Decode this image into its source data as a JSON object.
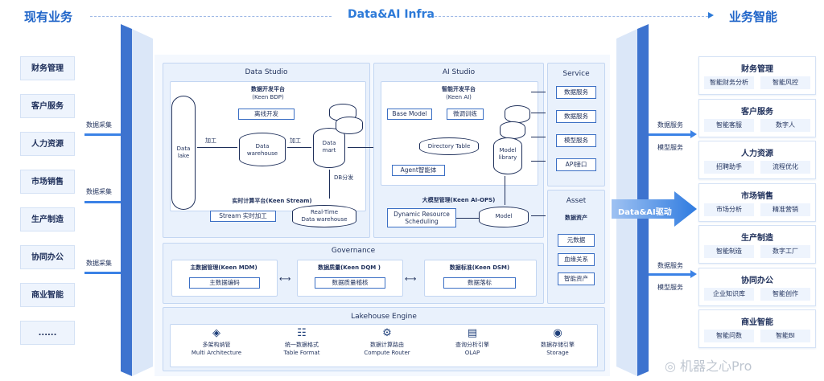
{
  "header": {
    "left_title": "现有业务",
    "center_title": "Data&AI Infra",
    "right_title": "业务智能"
  },
  "left_business": [
    "财务管理",
    "客户服务",
    "人力资源",
    "市场销售",
    "生产制造",
    "协同办公",
    "商业智能",
    "......"
  ],
  "left_labels": [
    "数据采集",
    "数据采集",
    "数据采集"
  ],
  "data_studio": {
    "title": "Data Studio",
    "bdp_title": "数据开发平台",
    "bdp_sub": "(Keen BDP)",
    "offline_dev": "离线开发",
    "data_lake": "Data\nlake",
    "process1": "加工",
    "process2": "加工",
    "warehouse": "Data\nwarehouse",
    "mart": "Data\nmart",
    "db_dist": "DB分发",
    "stream_title": "实时计算平台(Keen Stream)",
    "stream_process": "Stream 实时加工",
    "rt_warehouse": "Real-Time\nData warehouse"
  },
  "process_mid": "加工",
  "ai_studio": {
    "title": "AI Studio",
    "ai_title": "智能开发平台",
    "ai_sub": "(Keen AI)",
    "base_model": "Base Model",
    "finetune": "微调训练",
    "directory_table": "Directory Table",
    "model_library": "Model\nlibrary",
    "agent": "Agent智能体",
    "ops_title": "大模型管理(Keen AI-OPS)",
    "dyn_sched": "Dynamic Resource\nScheduling",
    "model": "Model"
  },
  "service": {
    "title": "Service",
    "items": [
      "数据服务",
      "数据服务",
      "模型服务",
      "API接口"
    ]
  },
  "asset": {
    "title": "Asset",
    "head": "数据资产",
    "items": [
      "元数据",
      "血缘关系",
      "智能资产"
    ]
  },
  "governance": {
    "title": "Governance",
    "mdm_title": "主数据管理(Keen MDM)",
    "mdm_btn": "主数据编码",
    "dqm_title": "数据质量(Keen DQM )",
    "dqm_btn": "数据质量稽核",
    "dsm_title": "数据标准(Keen DSM)",
    "dsm_btn": "数据落标"
  },
  "lakehouse": {
    "title": "Lakehouse Engine",
    "items": [
      {
        "cn": "多架构纳管",
        "en": "Multi Architecture",
        "icon": "layers-icon"
      },
      {
        "cn": "统一数据格式",
        "en": "Table Format",
        "icon": "sliders-icon"
      },
      {
        "cn": "数据计算路由",
        "en": "Compute Router",
        "icon": "gear-icon"
      },
      {
        "cn": "查询分析引擎",
        "en": "OLAP",
        "icon": "report-icon"
      },
      {
        "cn": "数据存储引擎",
        "en": "Storage",
        "icon": "water-icon"
      }
    ]
  },
  "right_labels": {
    "ds1": "数据服务",
    "ms1": "模型服务",
    "drive": "Data&AI驱动",
    "ds2": "数据服务",
    "ms2": "模型服务"
  },
  "right_groups": [
    {
      "title": "财务管理",
      "items": [
        "智能财务分析",
        "智能风控"
      ]
    },
    {
      "title": "客户服务",
      "items": [
        "智能客服",
        "数字人"
      ]
    },
    {
      "title": "人力资源",
      "items": [
        "招聘助手",
        "流程优化"
      ]
    },
    {
      "title": "市场销售",
      "items": [
        "市场分析",
        "精准营销"
      ]
    },
    {
      "title": "生产制造",
      "items": [
        "智能制造",
        "数字工厂"
      ]
    },
    {
      "title": "协同办公",
      "items": [
        "企业知识库",
        "智能创作"
      ]
    },
    {
      "title": "商业智能",
      "items": [
        "智能问数",
        "智能BI"
      ]
    }
  ],
  "watermark": "机器之心Pro",
  "colors": {
    "accent": "#1f64c8",
    "arrow": "#3b82e6",
    "panel": "#e9f1fc"
  }
}
